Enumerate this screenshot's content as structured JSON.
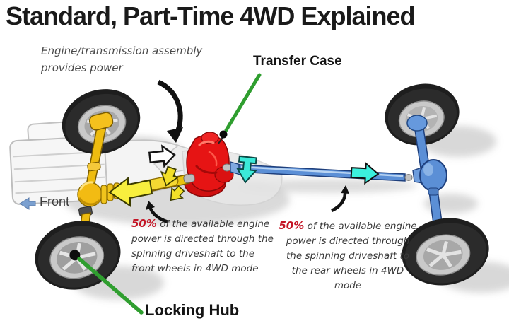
{
  "title": "Standard, Part-Time 4WD Explained",
  "labels": {
    "engine_note": "Engine/transmission assembly provides power",
    "transfer_case": "Transfer Case",
    "front": "Front",
    "locking_hub": "Locking Hub"
  },
  "notes": {
    "front_power": {
      "pct": "50%",
      "text": "of the available engine power is directed through the spinning driveshaft to the front wheels in 4WD mode"
    },
    "rear_power": {
      "pct": "50%",
      "text": "of the available engine power is directed through the spinning driveshaft to the rear wheels in 4WD mode"
    }
  },
  "colors": {
    "title_text": "#1a1a1a",
    "note_text": "#3a3a3a",
    "percent_red": "#c41425",
    "pointer_green": "#2f9e2f",
    "transfer_case_red": "#e61414",
    "front_drivetrain_yellow": "#f2c018",
    "rear_drivetrain_blue": "#5b8fd6",
    "flow_arrow_cyan": "#3bf0de",
    "front_arrow_blue": "#7ba0d0"
  },
  "icons": {
    "front_direction": "left-block-arrow",
    "engine_rotation": "curved-down-arrow",
    "front_shaft_rotation": "curved-up-left-arrow",
    "rear_shaft_rotation": "curved-up-right-arrow",
    "power_input": "white-right-block-arrow",
    "front_flow": "yellow-left-block-arrow",
    "rear_flow": "cyan-right-block-arrow",
    "transfer_flow": "cyan-down-block-arrow"
  }
}
